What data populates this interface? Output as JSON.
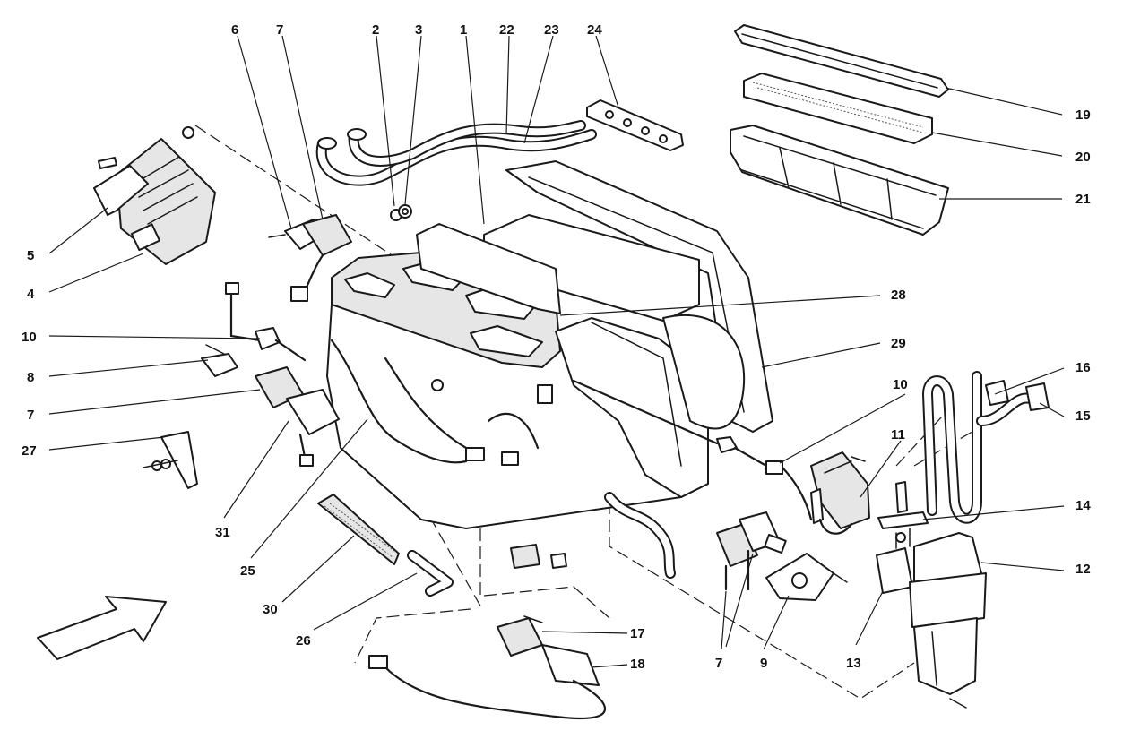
{
  "labels": {
    "l1": "1",
    "l2": "2",
    "l3": "3",
    "l4": "4",
    "l5": "5",
    "l6": "6",
    "l7a": "7",
    "l7b": "7",
    "l7c": "7",
    "l8": "8",
    "l9": "9",
    "l10a": "10",
    "l10b": "10",
    "l11": "11",
    "l12": "12",
    "l13": "13",
    "l14": "14",
    "l15": "15",
    "l16": "16",
    "l17": "17",
    "l18": "18",
    "l19": "19",
    "l20": "20",
    "l21": "21",
    "l22": "22",
    "l23": "23",
    "l24": "24",
    "l25": "25",
    "l26": "26",
    "l27": "27",
    "l28": "28",
    "l29": "29",
    "l30": "30",
    "l31": "31"
  },
  "colors": {
    "line": "#1a1a1a",
    "background": "#ffffff",
    "shade": "#e6e6e6"
  },
  "icons": {
    "orientation": "direction-arrow-icon"
  }
}
